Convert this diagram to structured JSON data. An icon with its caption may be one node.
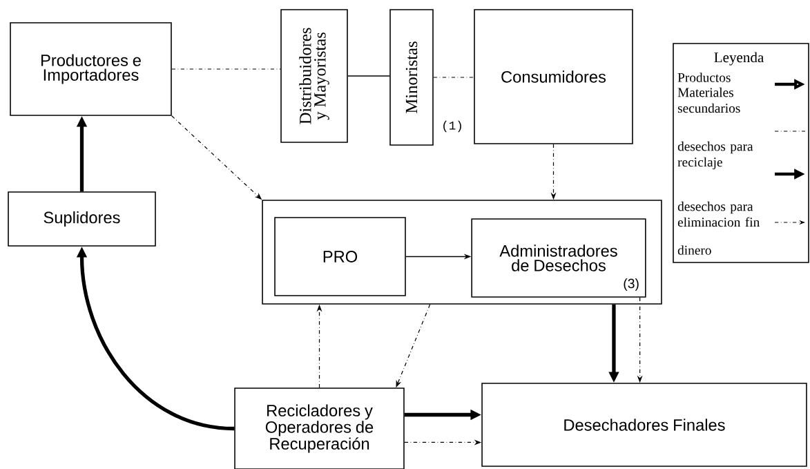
{
  "diagram": {
    "nodes": [
      {
        "text": [
          "Productores e Importadores"
        ]
      },
      {
        "text": [
          "Distribuidores y Mayoristas"
        ]
      },
      {
        "text": [
          "Minoristas"
        ]
      },
      {
        "text": [
          "Consumidores"
        ]
      },
      {
        "text": [],
        "shape": "box"
      },
      {
        "text": [
          "PRO"
        ],
        "in": 4
      },
      {
        "text": [
          "Administradores de Desechos",
          "(3)"
        ],
        "in": 4
      },
      {
        "text": [
          "Suplidores"
        ]
      },
      {
        "text": [
          "Recicladores y Operadores de Recuperación"
        ]
      },
      {
        "text": [
          "Desechadores Finales"
        ]
      }
    ],
    "edges": [
      {
        "from": 0,
        "to": 1,
        "arrow": "none",
        "style": "dashed"
      },
      {
        "from": 1,
        "to": 2,
        "arrow": "none"
      },
      {
        "from": 2,
        "to": 3,
        "arrow": "none",
        "style": "dashed"
      },
      {
        "from": 0,
        "to": 4,
        "arrow": "to",
        "style": "dashed"
      },
      {
        "from": 3,
        "to": 4,
        "arrow": "to",
        "style": "dashed"
      },
      {
        "from": 5,
        "to": 6,
        "arrow": "to"
      },
      {
        "from": 7,
        "to": 0,
        "arrow": "to",
        "style": "thick"
      },
      {
        "from": 8,
        "to": 7,
        "arrow": "to",
        "style": "thick"
      },
      {
        "from": 8,
        "to": 4,
        "arrow": "to",
        "style": "dashed"
      },
      {
        "from": 4,
        "to": 8,
        "arrow": "to",
        "style": "dashed"
      },
      {
        "from": 4,
        "to": 9,
        "arrow": "to",
        "style": "thick"
      },
      {
        "from": 6,
        "to": 9,
        "arrow": "to",
        "style": "dashed"
      },
      {
        "from": 8,
        "to": 9,
        "arrow": "to",
        "style": "thick"
      },
      {
        "from": 8,
        "to": 9,
        "arrow": "to",
        "style": "dashed"
      }
    ],
    "labels": [
      "(1)",
      "Leyenda"
    ],
    "legend": [
      {
        "text": "Productos"
      },
      {
        "text": "Materiales secundarios"
      },
      {
        "text": "desechos para reciclaje"
      },
      {
        "text": "desechos para eliminacion fin"
      },
      {
        "text": "dinero"
      }
    ]
  }
}
